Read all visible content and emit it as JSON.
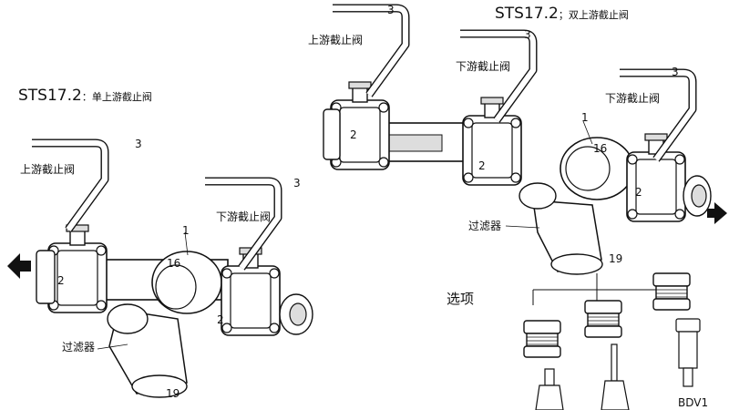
{
  "diagram": {
    "left_assembly": {
      "title_code": "STS17.2",
      "title_sep": "：",
      "title_desc": "单上游截止阀",
      "upstream_valve": "上游截止阀",
      "downstream_valve": "下游截止阀",
      "strainer": "过滤器"
    },
    "right_assembly": {
      "title_code": "STS17.2",
      "title_sep": "；",
      "title_desc": "双上游截止阀",
      "upstream_valve": "上游截止阀",
      "downstream_valve_1": "下游截止阀",
      "downstream_valve_2": "下游截止阀",
      "strainer": "过滤器",
      "options_label": "选项",
      "option_item": "BDV1"
    },
    "callouts": {
      "handle": "3",
      "body": "1",
      "valve_body": "2",
      "trap": "16",
      "strainer_cap": "19"
    },
    "colors": {
      "line": "#111111",
      "fill": "#ffffff",
      "shade": "#d9d9d9"
    }
  }
}
